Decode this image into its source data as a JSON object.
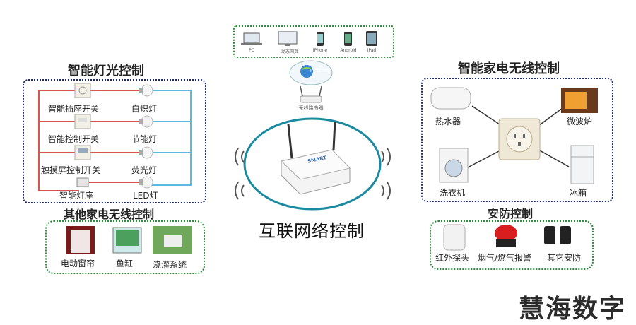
{
  "devices": {
    "items": [
      {
        "label": "PC",
        "icon": "laptop-icon"
      },
      {
        "label": "动态网页",
        "icon": "monitor-icon"
      },
      {
        "label": "iPhone",
        "icon": "iphone-icon"
      },
      {
        "label": "Android",
        "icon": "android-phone-icon"
      },
      {
        "label": "iPad",
        "icon": "ipad-icon"
      }
    ]
  },
  "internet": {
    "cloud_label": "Internet",
    "router_label": "无线路由器"
  },
  "center": {
    "title": "互联网络控制",
    "router_brand": "SMART"
  },
  "lighting": {
    "title": "智能灯光控制",
    "switches": [
      "智能插座开关",
      "智能控制开关",
      "触摸屏控制开关",
      "智能灯座"
    ],
    "lamps": [
      "白炽灯",
      "节能灯",
      "荧光灯",
      "LED灯"
    ]
  },
  "other": {
    "title": "其他家电无线控制",
    "items": [
      "电动窗帘",
      "鱼缸",
      "浇灌系统"
    ]
  },
  "appliances": {
    "title": "智能家电无线控制",
    "items": [
      "热水器",
      "微波炉",
      "洗衣机",
      "冰箱"
    ]
  },
  "security": {
    "title": "安防控制",
    "items": [
      "红外探头",
      "烟气/燃气报警",
      "其它安防"
    ]
  },
  "watermark": "慧海数字",
  "colors": {
    "navy": "#1f2a6b",
    "green": "#2e8b3e",
    "red_line": "#d9534f",
    "blue_line": "#5bb8e0",
    "teal": "#1a8aa0"
  }
}
